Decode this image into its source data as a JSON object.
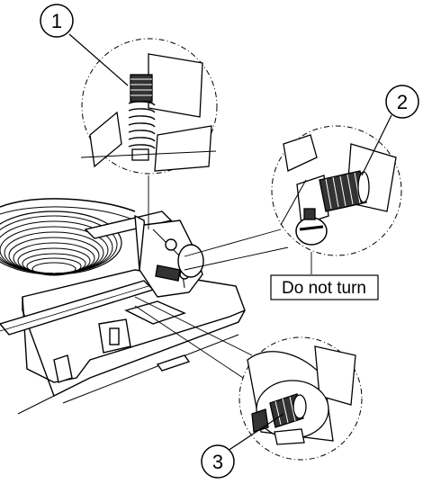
{
  "callouts": {
    "one": "1",
    "two": "2",
    "three": "3"
  },
  "warning_label": "Do not turn",
  "colors": {
    "ink": "#000000",
    "dark": "#333333",
    "mid": "#8c8c8c",
    "light": "#d9d9d9",
    "paper": "#ffffff",
    "inset_bg": "#f4f4f4"
  }
}
